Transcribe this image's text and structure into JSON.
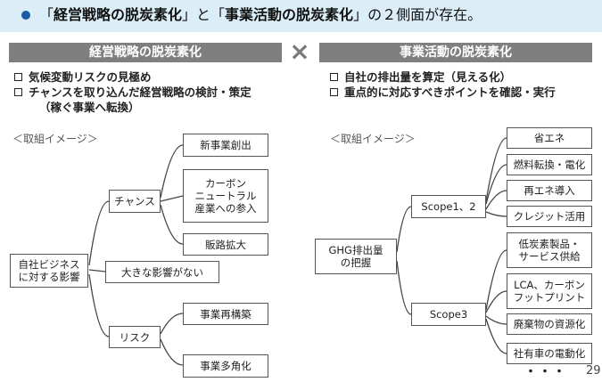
{
  "banner": {
    "seg1": "「",
    "seg2": "経営戦略の脱炭素化",
    "seg3": "」と「",
    "seg4": "事業活動の脱炭素化",
    "seg5": "」の２側面が存在。"
  },
  "left": {
    "header": "経営戦略の脱炭素化",
    "bullets": [
      "気候変動リスクの見極め",
      "チャンスを取り込んだ経営戦略の検討・策定"
    ],
    "bullet_cont": "（稼ぐ事業へ転換）",
    "caption": "＜取組イメージ＞",
    "root": "自社ビジネス\nに対する影響",
    "chance": "チャンス",
    "big_impact": "大きな影響がない",
    "risk": "リスク",
    "chance_items": [
      "新事業創出",
      "カーボン\nニュートラル\n産業への参入",
      "販路拡大"
    ],
    "risk_items": [
      "事業再構築",
      "事業多角化"
    ]
  },
  "cross": "×",
  "right": {
    "header": "事業活動の脱炭素化",
    "bullets": [
      "自社の排出量を算定（見える化）",
      "重点的に対応すべきポイントを確認・実行"
    ],
    "caption": "＜取組イメージ＞",
    "root": "GHG排出量\nの把握",
    "scope12": "Scope1、2",
    "scope3": "Scope3",
    "scope12_items": [
      "省エネ",
      "燃料転換・電化",
      "再エネ導入",
      "クレジット活用"
    ],
    "scope3_items": [
      "低炭素製品・\nサービス供給",
      "LCA、カーボン\nフットプリント",
      "廃棄物の資源化",
      "社有車の電動化"
    ]
  },
  "ellipsis": "・・・",
  "page_number": "29"
}
